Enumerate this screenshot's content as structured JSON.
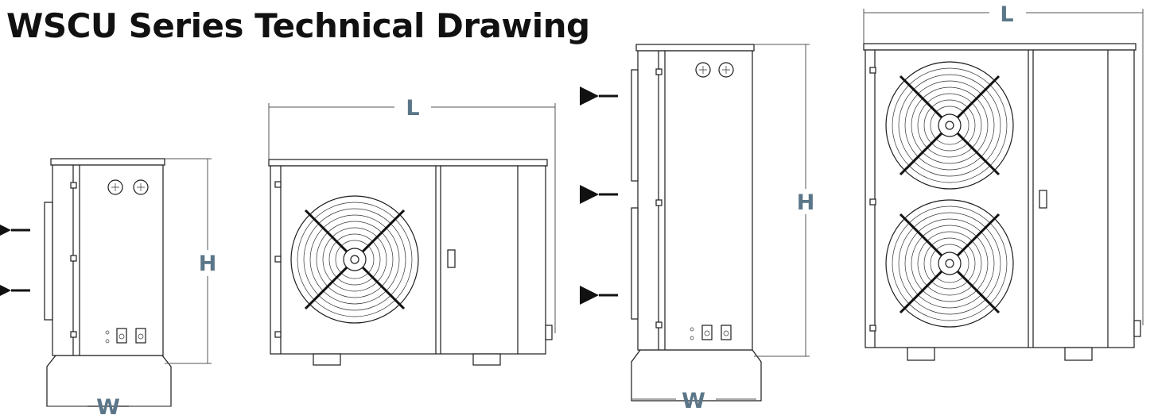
{
  "title": "WSCU Series Technical Drawing",
  "colors": {
    "dimension_label": "#5b7688",
    "line": "#1c1c1c",
    "background": "#ffffff"
  },
  "views": [
    {
      "id": "single-fan-side",
      "labels": {
        "height": "H",
        "width": "W"
      }
    },
    {
      "id": "single-fan-front",
      "labels": {
        "length": "L"
      }
    },
    {
      "id": "double-fan-side",
      "labels": {
        "height": "H",
        "width": "W"
      }
    },
    {
      "id": "double-fan-front",
      "labels": {
        "length": "L"
      }
    }
  ]
}
